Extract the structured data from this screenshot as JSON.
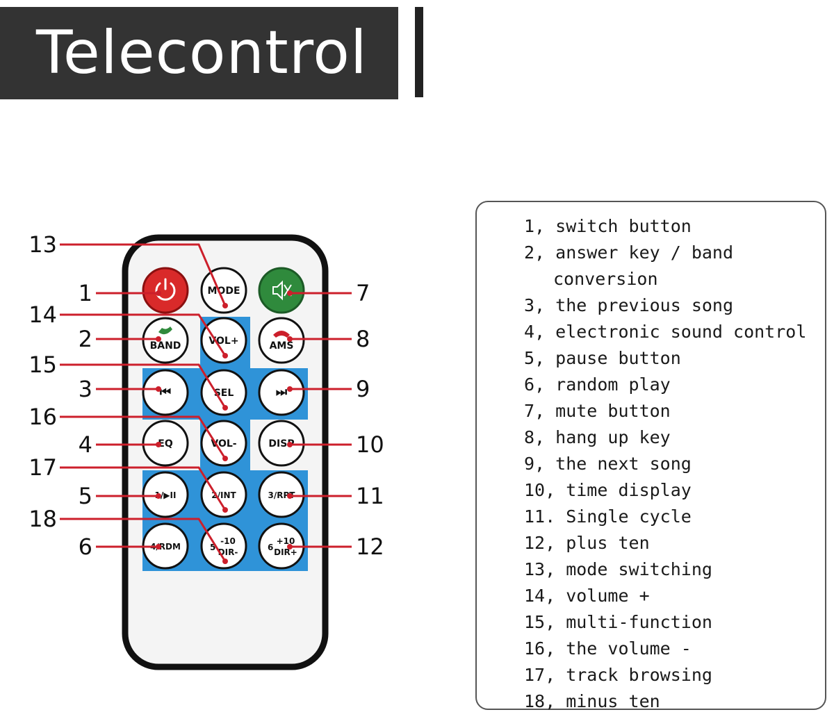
{
  "title": "Telecontrol",
  "colors": {
    "title_bg": "#333333",
    "callout_line": "#cc1f2b",
    "panel_blue": "#2f93d8",
    "power_button": "#d92a2a",
    "mute_button": "#2f8a3c",
    "remote_body": "#f4f4f4",
    "remote_border": "#111111"
  },
  "buttons": [
    {
      "id": "power",
      "label": "",
      "icon": "power-icon"
    },
    {
      "id": "mode",
      "label": "MODE"
    },
    {
      "id": "mute",
      "label": "",
      "icon": "mute-speaker-icon"
    },
    {
      "id": "band",
      "label": "BAND",
      "icon": "answer-phone-icon"
    },
    {
      "id": "volup",
      "label": "VOL+"
    },
    {
      "id": "ams",
      "label": "AMS",
      "icon": "hangup-phone-icon"
    },
    {
      "id": "prev",
      "label": "⏮",
      "icon": "previous-icon"
    },
    {
      "id": "sel",
      "label": "SEL"
    },
    {
      "id": "next",
      "label": "⏭",
      "icon": "next-icon"
    },
    {
      "id": "eq",
      "label": "EQ"
    },
    {
      "id": "voldown",
      "label": "VOL-"
    },
    {
      "id": "disp",
      "label": "DISP"
    },
    {
      "id": "b1",
      "label": "1/▶II"
    },
    {
      "id": "b2",
      "label": "2/INT"
    },
    {
      "id": "b3",
      "label": "3/RPT"
    },
    {
      "id": "b4",
      "label": "4/RDM"
    },
    {
      "id": "b5",
      "label": "5",
      "sub_top": "-10",
      "sub_bottom": "DIR-"
    },
    {
      "id": "b6",
      "label": "6",
      "sub_top": "+10",
      "sub_bottom": "DIR+"
    }
  ],
  "callouts": [
    {
      "num": "1",
      "target": "power"
    },
    {
      "num": "2",
      "target": "band"
    },
    {
      "num": "3",
      "target": "prev"
    },
    {
      "num": "4",
      "target": "eq"
    },
    {
      "num": "5",
      "target": "b1"
    },
    {
      "num": "6",
      "target": "b4"
    },
    {
      "num": "7",
      "target": "mute"
    },
    {
      "num": "8",
      "target": "ams"
    },
    {
      "num": "9",
      "target": "next"
    },
    {
      "num": "10",
      "target": "disp"
    },
    {
      "num": "11",
      "target": "b3"
    },
    {
      "num": "12",
      "target": "b6"
    },
    {
      "num": "13",
      "target": "mode"
    },
    {
      "num": "14",
      "target": "volup"
    },
    {
      "num": "15",
      "target": "sel"
    },
    {
      "num": "16",
      "target": "voldown"
    },
    {
      "num": "17",
      "target": "b2"
    },
    {
      "num": "18",
      "target": "b5"
    }
  ],
  "legend": [
    {
      "text": "1, switch button"
    },
    {
      "text": "2, answer key / band",
      "cont": "conversion"
    },
    {
      "text": "3, the previous song"
    },
    {
      "text": "4, electronic sound control"
    },
    {
      "text": "5, pause button"
    },
    {
      "text": "6, random play"
    },
    {
      "text": "7, mute button"
    },
    {
      "text": "8, hang up key"
    },
    {
      "text": "9, the next song"
    },
    {
      "text": "10, time display"
    },
    {
      "text": "11. Single cycle"
    },
    {
      "text": "12, plus ten"
    },
    {
      "text": "13, mode switching"
    },
    {
      "text": "14, volume +"
    },
    {
      "text": "15, multi-function"
    },
    {
      "text": "16, the volume -"
    },
    {
      "text": "17, track browsing"
    },
    {
      "text": "18, minus ten"
    }
  ]
}
